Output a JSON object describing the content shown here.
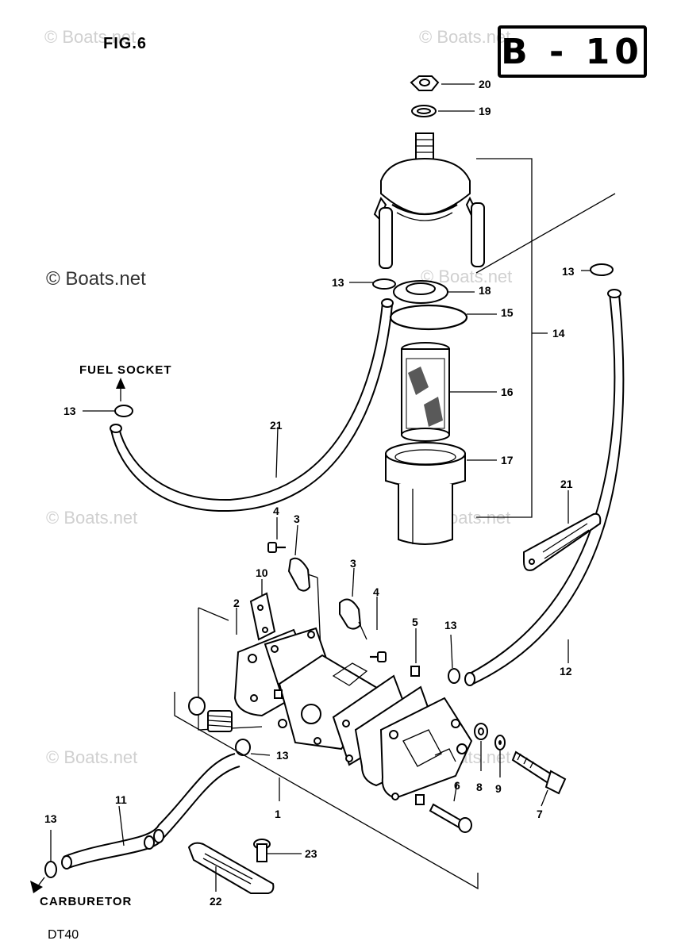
{
  "figure": {
    "title": "FIG.6",
    "plate": "B - 10",
    "model": "DT40"
  },
  "watermarks": {
    "text": "© Boats.net"
  },
  "captions": {
    "fuel_socket": "FUEL SOCKET",
    "carburetor": "CARBURETOR"
  },
  "callouts": {
    "c1": "1",
    "c2": "2",
    "c3a": "3",
    "c3b": "3",
    "c4a": "4",
    "c4b": "4",
    "c5": "5",
    "c6": "6",
    "c7": "7",
    "c8": "8",
    "c9": "9",
    "c10": "10",
    "c11": "11",
    "c12": "12",
    "c13a": "13",
    "c13b": "13",
    "c13c": "13",
    "c13d": "13",
    "c13e": "13",
    "c13f": "13",
    "c14": "14",
    "c15": "15",
    "c16": "16",
    "c17": "17",
    "c18": "18",
    "c19": "19",
    "c20": "20",
    "c21a": "21",
    "c21b": "21",
    "c22": "22",
    "c23": "23"
  }
}
